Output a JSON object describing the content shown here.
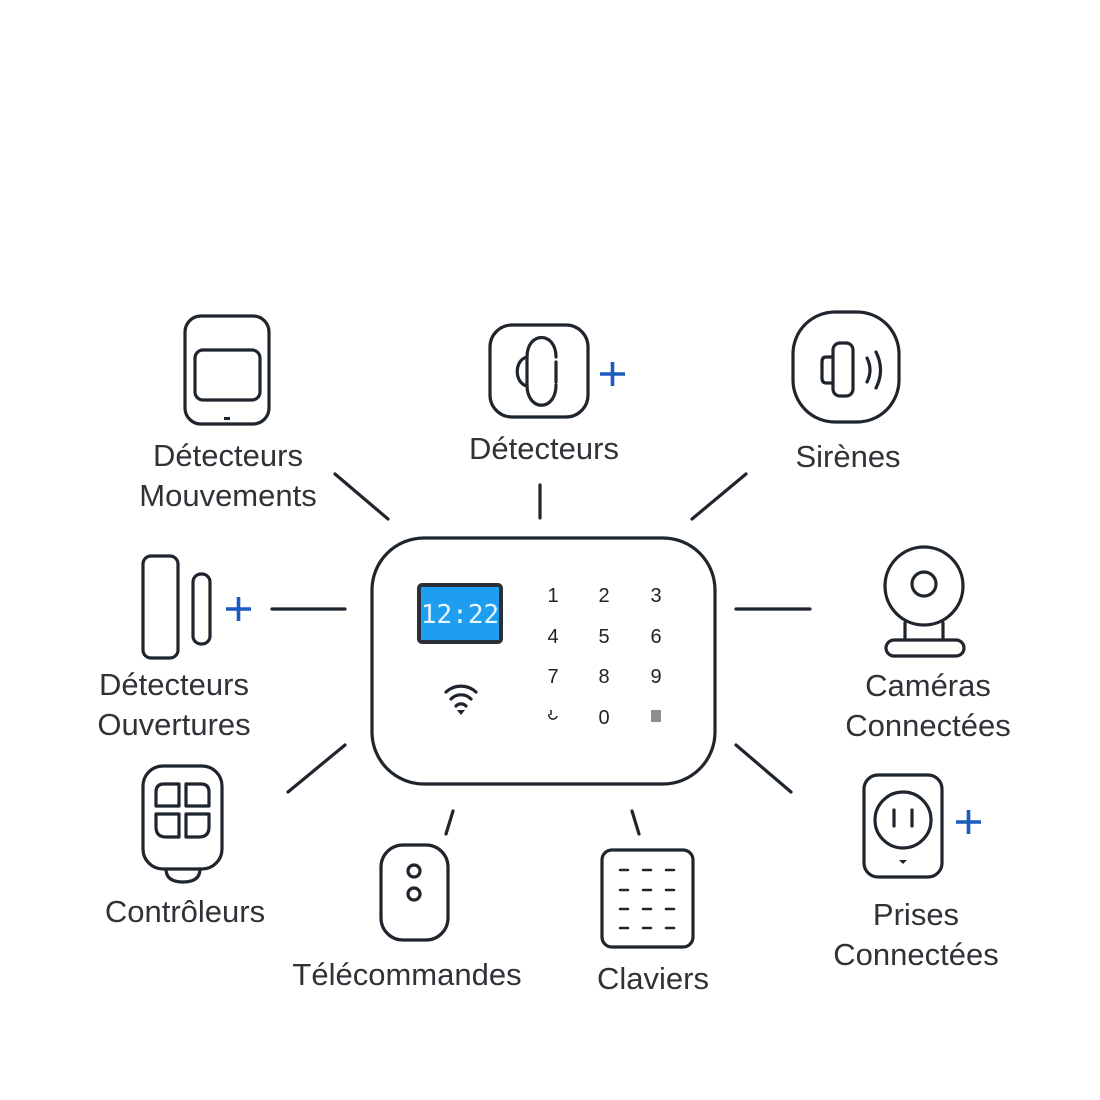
{
  "hub": {
    "screen_time": "12:22",
    "keys": [
      "1",
      "2",
      "3",
      "4",
      "5",
      "6",
      "7",
      "8",
      "9",
      "0"
    ],
    "screen_color": "#1e9ef0"
  },
  "labels": {
    "motion": [
      "Détecteurs",
      "Mouvements"
    ],
    "detectors": "Détecteurs",
    "sirens": "Sirènes",
    "openings": [
      "Détecteurs",
      "Ouvertures"
    ],
    "cameras": [
      "Caméras",
      "Connectées"
    ],
    "controllers": "Contrôleurs",
    "remotes": "Télécommandes",
    "keypads": "Claviers",
    "plugs": [
      "Prises",
      "Connectées"
    ]
  },
  "colors": {
    "stroke": "#1f252d",
    "accent": "#1a5cc0"
  }
}
